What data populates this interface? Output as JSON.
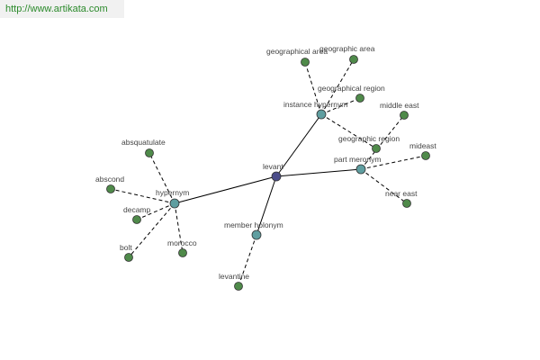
{
  "header": {
    "url": "http://www.artikata.com"
  },
  "colors": {
    "center": "#4b4d8a",
    "relation": "#5f9ea0",
    "leaf": "#4f8a4a",
    "edge": "#000000"
  },
  "graph": {
    "nodes": [
      {
        "id": "levant",
        "label": "levant",
        "kind": "center"
      },
      {
        "id": "instance-hypernym",
        "label": "instance hypernym",
        "kind": "relation"
      },
      {
        "id": "part-meronym",
        "label": "part meronym",
        "kind": "relation"
      },
      {
        "id": "hypernym",
        "label": "hypernym",
        "kind": "relation"
      },
      {
        "id": "member-holonym",
        "label": "member holonym",
        "kind": "relation"
      },
      {
        "id": "geographical-area",
        "label": "geographical area",
        "kind": "leaf"
      },
      {
        "id": "geographic-area",
        "label": "geographic area",
        "kind": "leaf"
      },
      {
        "id": "geographical-region",
        "label": "geographical region",
        "kind": "leaf"
      },
      {
        "id": "geographic-region",
        "label": "geographic region",
        "kind": "leaf"
      },
      {
        "id": "middle-east",
        "label": "middle east",
        "kind": "leaf"
      },
      {
        "id": "mideast",
        "label": "mideast",
        "kind": "leaf"
      },
      {
        "id": "near-east",
        "label": "near east",
        "kind": "leaf"
      },
      {
        "id": "absquatulate",
        "label": "absquatulate",
        "kind": "leaf"
      },
      {
        "id": "abscond",
        "label": "abscond",
        "kind": "leaf"
      },
      {
        "id": "decamp",
        "label": "decamp",
        "kind": "leaf"
      },
      {
        "id": "bolt",
        "label": "bolt",
        "kind": "leaf"
      },
      {
        "id": "morocco",
        "label": "morocco",
        "kind": "leaf"
      },
      {
        "id": "levantine",
        "label": "levantine",
        "kind": "leaf"
      }
    ],
    "edges": [
      {
        "from": "levant",
        "to": "instance-hypernym",
        "style": "solid"
      },
      {
        "from": "levant",
        "to": "part-meronym",
        "style": "solid"
      },
      {
        "from": "levant",
        "to": "hypernym",
        "style": "solid"
      },
      {
        "from": "levant",
        "to": "member-holonym",
        "style": "solid"
      },
      {
        "from": "instance-hypernym",
        "to": "geographical-area",
        "style": "dashed"
      },
      {
        "from": "instance-hypernym",
        "to": "geographic-area",
        "style": "dashed"
      },
      {
        "from": "instance-hypernym",
        "to": "geographical-region",
        "style": "dashed"
      },
      {
        "from": "instance-hypernym",
        "to": "geographic-region",
        "style": "dashed"
      },
      {
        "from": "part-meronym",
        "to": "middle-east",
        "style": "dashed"
      },
      {
        "from": "part-meronym",
        "to": "mideast",
        "style": "dashed"
      },
      {
        "from": "part-meronym",
        "to": "near-east",
        "style": "dashed"
      },
      {
        "from": "hypernym",
        "to": "absquatulate",
        "style": "dashed"
      },
      {
        "from": "hypernym",
        "to": "abscond",
        "style": "dashed"
      },
      {
        "from": "hypernym",
        "to": "decamp",
        "style": "dashed"
      },
      {
        "from": "hypernym",
        "to": "bolt",
        "style": "dashed"
      },
      {
        "from": "hypernym",
        "to": "morocco",
        "style": "dashed"
      },
      {
        "from": "member-holonym",
        "to": "levantine",
        "style": "dashed"
      }
    ]
  }
}
